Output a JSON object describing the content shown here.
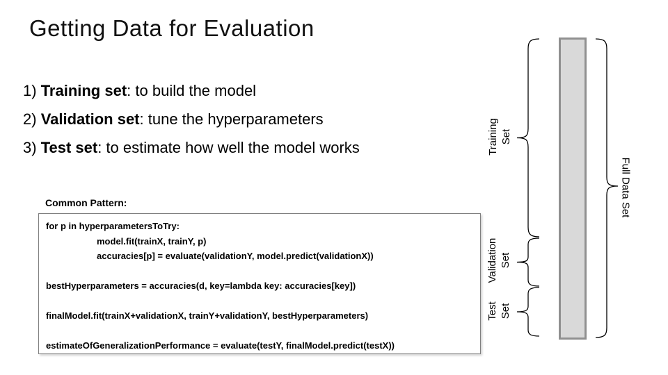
{
  "slide": {
    "title": "Getting Data for Evaluation",
    "bullets": [
      {
        "number": "1) ",
        "term": "Training set",
        "rest": ": to build the model"
      },
      {
        "number": "2) ",
        "term": "Validation set",
        "rest": ": tune the hyperparameters"
      },
      {
        "number": "3) ",
        "term": "Test set",
        "rest": ": to estimate how well the model works"
      }
    ],
    "common_pattern_label": "Common Pattern:",
    "code_box": {
      "lines": [
        "for p in hyperparametersToTry:",
        "\tmodel.fit(trainX, trainY, p)",
        "\taccuracies[p] = evaluate(validationY, model.predict(validationX))",
        "",
        "bestHyperparameters = accuracies(d, key=lambda key: accuracies[key])",
        "",
        "finalModel.fit(trainX+validationX, trainY+validationY, bestHyperparameters)",
        "",
        "estimateOfGeneralizationPerformance = evaluate(testY, finalModel.predict(testX))"
      ]
    },
    "diagram": {
      "sections": [
        {
          "label_line1": "Training",
          "label_line2": "Set"
        },
        {
          "label_line1": "Validation",
          "label_line2": "Set"
        },
        {
          "label_line1": "Test",
          "label_line2": "Set"
        }
      ],
      "full_label": "Full Data Set",
      "bar_fill": "#d9d9d9",
      "bar_border": "#909090",
      "brace_color": "#000000"
    }
  }
}
